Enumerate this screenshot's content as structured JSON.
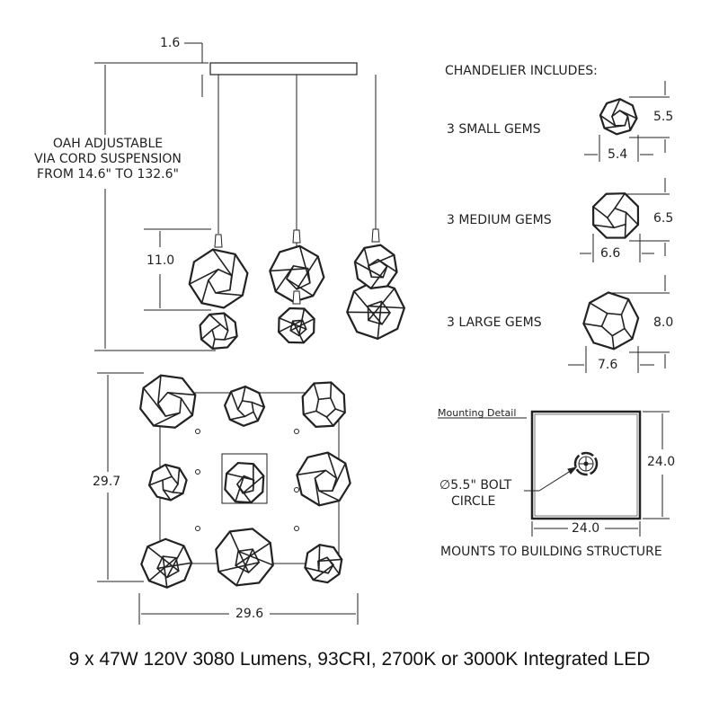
{
  "side_view": {
    "canopy_height": "1.6",
    "oah_note": [
      "OAH ADJUSTABLE",
      "VIA CORD SUSPENSION",
      "FROM 14.6\" TO 132.6\""
    ],
    "pendant_height": "11.0"
  },
  "plan_view": {
    "depth": "29.7",
    "width": "29.6"
  },
  "includes": {
    "title": "CHANDELIER INCLUDES:",
    "items": [
      {
        "label": "3 SMALL GEMS",
        "height": "5.5",
        "width": "5.4"
      },
      {
        "label": "3 MEDIUM GEMS",
        "height": "6.5",
        "width": "6.6"
      },
      {
        "label": "3 LARGE GEMS",
        "height": "8.0",
        "width": "7.6"
      }
    ]
  },
  "mounting": {
    "title": "Mounting Detail",
    "height": "24.0",
    "width": "24.0",
    "bolt_circle": [
      "∅5.5\" BOLT",
      "CIRCLE"
    ],
    "note": "MOUNTS TO BUILDING STRUCTURE"
  },
  "caption": "9 x 47W 120V 3080 Lumens, 93CRI, 2700K or 3000K Integrated LED"
}
